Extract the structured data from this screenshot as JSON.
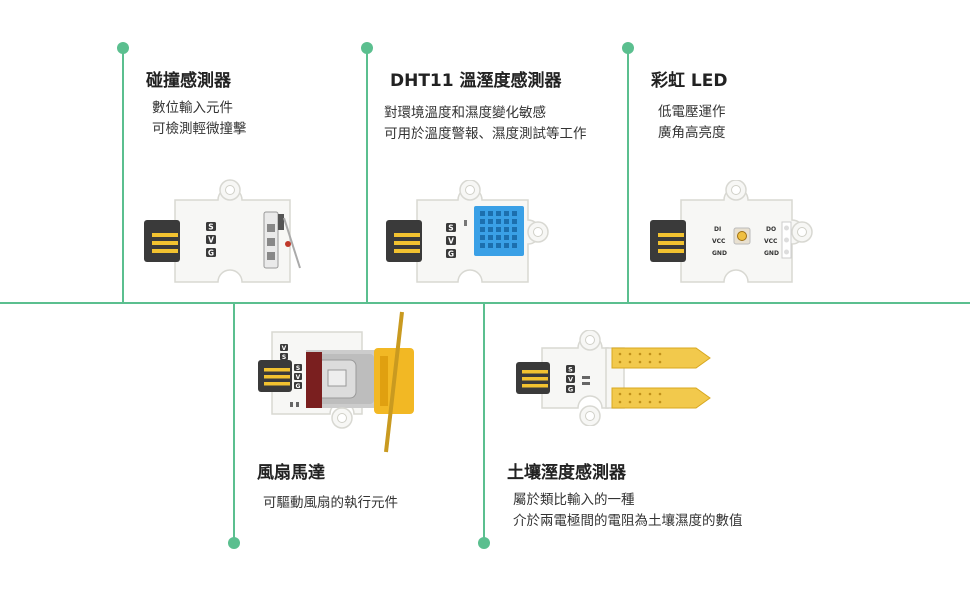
{
  "colors": {
    "accent": "#5bbf8f",
    "connector": "#3a3a3a",
    "pin": "#f2c230",
    "motor": "#7a1f1f",
    "fan": "#f2b824",
    "dht": "#3aa0e6"
  },
  "sensors": [
    {
      "title": "碰撞感測器",
      "lines": [
        "數位輸入元件",
        "可檢測輕微撞擊"
      ]
    },
    {
      "title": "DHT11 溫溼度感測器",
      "lines": [
        "對環境溫度和濕度變化敏感",
        "可用於溫度警報、濕度測試等工作"
      ]
    },
    {
      "title": "彩虹 LED",
      "lines": [
        "低電壓運作",
        "廣角高亮度"
      ]
    },
    {
      "title": "風扇馬達",
      "lines": [
        "可驅動風扇的執行元件"
      ]
    },
    {
      "title": "土壤溼度感測器",
      "lines": [
        "屬於類比輸入的一種",
        "介於兩電極間的電阻為土壤濕度的數值"
      ]
    }
  ],
  "pin_labels": {
    "s": "S",
    "v": "V",
    "g": "G"
  },
  "led_pins": {
    "di": "DI",
    "vcc": "VCC",
    "gnd": "GND",
    "do": "DO"
  }
}
